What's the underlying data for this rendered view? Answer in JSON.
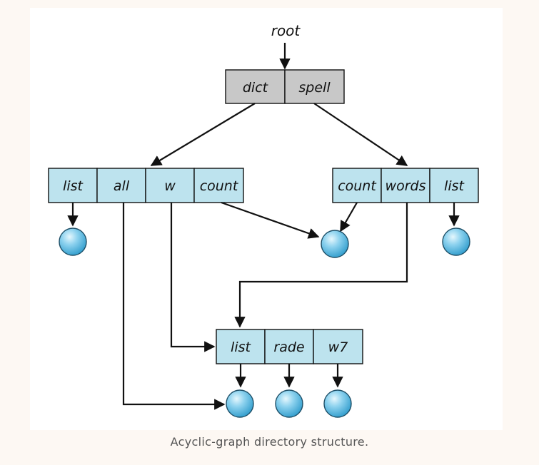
{
  "root_label": "root",
  "directories": [
    {
      "id": "top",
      "fill": "#c8c8c8",
      "entries": [
        "dict",
        "spell"
      ]
    },
    {
      "id": "dict",
      "fill": "#bde3ee",
      "entries": [
        "list",
        "all",
        "w",
        "count"
      ]
    },
    {
      "id": "spell",
      "fill": "#bde3ee",
      "entries": [
        "count",
        "words",
        "list"
      ]
    },
    {
      "id": "w",
      "fill": "#bde3ee",
      "entries": [
        "list",
        "rade",
        "w7"
      ]
    }
  ],
  "caption": "Acyclic-graph directory structure.",
  "colors": {
    "directory_fill": "#bde3ee",
    "top_directory_fill": "#c8c8c8",
    "file_node": "#5bbde3",
    "lines": "#111111",
    "background": "#fdf8f3"
  }
}
